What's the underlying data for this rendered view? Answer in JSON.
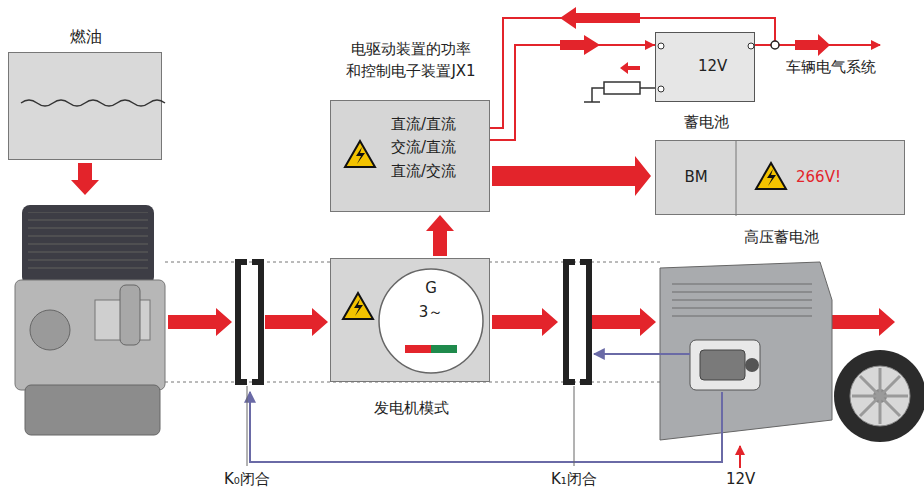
{
  "diagram": {
    "nodes": [
      {
        "text": [
          "燃油"
        ]
      },
      {
        "text": [
          "电驱动装置的功率 和控制电子装置JX1",
          "直流/直流 交流/直流 直流/交流"
        ]
      },
      {
        "text": [
          "12V",
          "蓄电池"
        ]
      },
      {
        "text": [
          "BM",
          "266V!",
          "高压蓄电池"
        ]
      },
      {
        "text": [
          "G",
          "3～",
          "发电机模式"
        ]
      }
    ],
    "edges": [
      {
        "from": 4,
        "to": 1,
        "arrow": "to"
      },
      {
        "from": 1,
        "to": 3,
        "arrow": "to"
      },
      {
        "from": 1,
        "to": 2,
        "arrow": "to"
      }
    ],
    "labels": [
      "车辆电气系统",
      "K₀闭合",
      "K₁闭合",
      "12V"
    ]
  }
}
